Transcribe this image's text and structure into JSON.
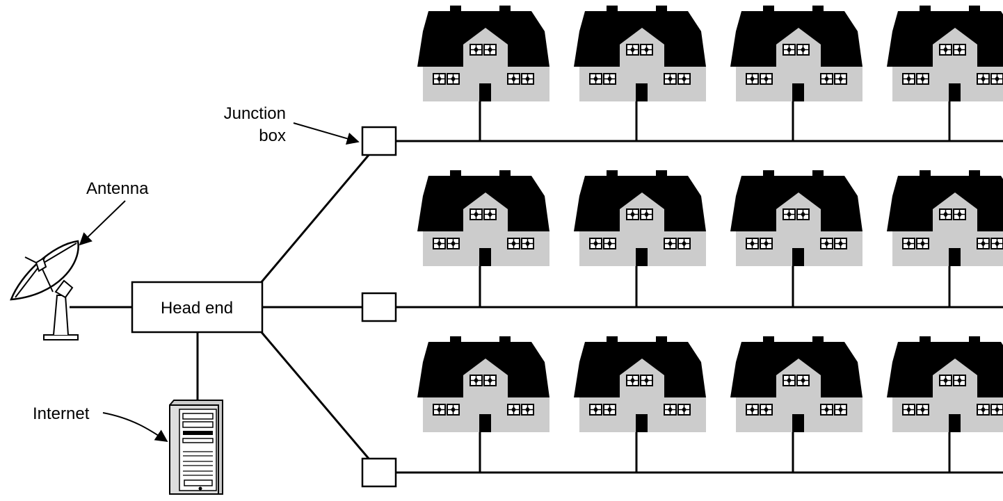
{
  "diagram": {
    "labels": {
      "junction_line1": "Junction",
      "junction_line2": "box",
      "antenna": "Antenna",
      "head_end": "Head end",
      "internet": "Internet"
    },
    "house_rows": 3,
    "houses_per_row": 4,
    "colors": {
      "ink": "#000000",
      "house_wall": "#cccccc",
      "background": "#ffffff",
      "window_pane": "#ffffff"
    },
    "icons": [
      "satellite-dish-icon",
      "server-tower-icon",
      "house-icon"
    ]
  }
}
